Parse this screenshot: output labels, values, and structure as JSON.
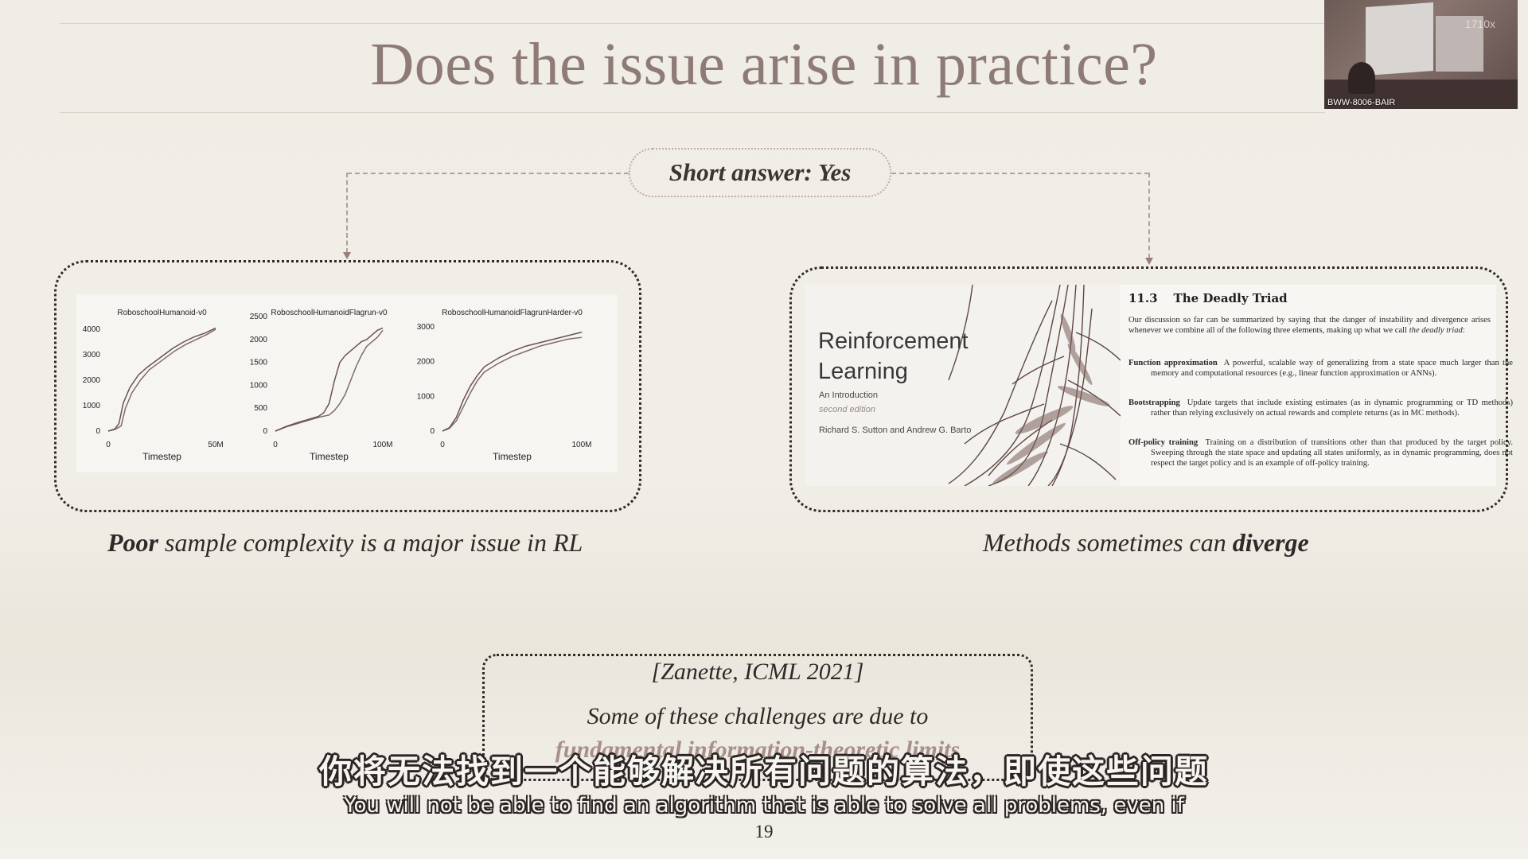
{
  "slide": {
    "title": "Does the issue arise in practice?",
    "short_answer": "Short answer: Yes",
    "caption_left_bold": "Poor",
    "caption_left_rest": " sample complexity is a major issue in RL",
    "caption_right_pre": "Methods sometimes can ",
    "caption_right_bold": "diverge",
    "reference": "[Zanette, ICML 2021]",
    "reference_line1": "Some of these challenges are due to",
    "reference_line2": "fundamental information-theoretic limits",
    "page_number": "19"
  },
  "webcam": {
    "label": "BWW-8006-BAIR",
    "watermark": "1710x"
  },
  "book": {
    "title": "Reinforcement Learning",
    "subtitle": "An Introduction",
    "edition": "second edition",
    "authors": "Richard S. Sutton and Andrew G. Barto",
    "section_number": "11.3",
    "section_title": "The Deadly Triad",
    "intro": "Our discussion so far can be summarized by saying that the danger of instability and divergence arises whenever we combine all of the following three elements, making up what we call ",
    "intro_term": "the deadly triad",
    "items": [
      {
        "term": "Function approximation",
        "text": "A powerful, scalable way of generalizing from a state space much larger than the memory and computational resources (e.g., linear function approximation or ANNs)."
      },
      {
        "term": "Bootstrapping",
        "text": "Update targets that include existing estimates (as in dynamic programming or TD methods) rather than relying exclusively on actual rewards and complete returns (as in MC methods)."
      },
      {
        "term": "Off-policy training",
        "text": "Training on a distribution of transitions other than that produced by the target policy. Sweeping through the state space and updating all states uniformly, as in dynamic programming, does not respect the target policy and is an example of off-policy training."
      }
    ]
  },
  "subtitles": {
    "chinese": "你将无法找到一个能够解决所有问题的算法，即使这些问题",
    "english": "You will not be able to find an algorithm that is able to solve all problems, even if"
  },
  "colors": {
    "title": "#8e7a76",
    "curve": "#6b5250",
    "accent": "#9c7f7a"
  },
  "chart_data": [
    {
      "type": "line",
      "title": "RoboschoolHumanoid-v0",
      "xlabel": "Timestep",
      "ylabel": "",
      "xlim": [
        0,
        50000000
      ],
      "ylim": [
        0,
        4500
      ],
      "xticks": [
        "0",
        "50M"
      ],
      "yticks": [
        0,
        1000,
        2000,
        3000,
        4000
      ],
      "series": [
        {
          "x": [
            0,
            3,
            5,
            7,
            10,
            14,
            18,
            22,
            26,
            30,
            35,
            40,
            45,
            50
          ],
          "values": [
            0,
            80,
            300,
            1100,
            1700,
            2200,
            2500,
            2750,
            3000,
            3250,
            3500,
            3700,
            3850,
            4050
          ]
        },
        {
          "x": [
            0,
            3,
            6,
            8,
            11,
            15,
            19,
            23,
            27,
            31,
            36,
            41,
            46,
            50
          ],
          "values": [
            0,
            60,
            200,
            900,
            1500,
            2000,
            2400,
            2650,
            2900,
            3150,
            3400,
            3600,
            3800,
            4000
          ]
        }
      ]
    },
    {
      "type": "line",
      "title": "RoboschoolHumanoidFlagrun-v0",
      "xlabel": "Timestep",
      "ylabel": "",
      "xlim": [
        0,
        100000000
      ],
      "ylim": [
        0,
        2500
      ],
      "xticks": [
        "0",
        "100M"
      ],
      "yticks": [
        0,
        500,
        1000,
        1500,
        2000,
        2500
      ],
      "series": [
        {
          "x": [
            0,
            10,
            20,
            30,
            40,
            45,
            50,
            55,
            60,
            65,
            70,
            75,
            80,
            85,
            90,
            95,
            100
          ],
          "values": [
            0,
            100,
            180,
            250,
            320,
            400,
            600,
            1100,
            1500,
            1650,
            1750,
            1850,
            1950,
            2000,
            2100,
            2200,
            2250
          ]
        },
        {
          "x": [
            0,
            10,
            20,
            30,
            40,
            50,
            55,
            60,
            65,
            70,
            75,
            80,
            85,
            90,
            95,
            100
          ],
          "values": [
            0,
            90,
            160,
            230,
            300,
            350,
            450,
            600,
            800,
            1100,
            1400,
            1650,
            1850,
            1950,
            2050,
            2200
          ]
        }
      ]
    },
    {
      "type": "line",
      "title": "RoboschoolHumanoidFlagrunHarder-v0",
      "xlabel": "Timestep",
      "ylabel": "",
      "xlim": [
        0,
        100000000
      ],
      "ylim": [
        0,
        3300
      ],
      "xticks": [
        "0",
        "100M"
      ],
      "yticks": [
        0,
        1000,
        2000,
        3000
      ],
      "series": [
        {
          "x": [
            0,
            5,
            10,
            15,
            20,
            25,
            30,
            40,
            50,
            60,
            70,
            80,
            90,
            100
          ],
          "values": [
            0,
            100,
            400,
            900,
            1300,
            1600,
            1850,
            2100,
            2300,
            2450,
            2550,
            2650,
            2750,
            2850
          ]
        },
        {
          "x": [
            0,
            5,
            10,
            15,
            20,
            25,
            30,
            40,
            50,
            60,
            70,
            80,
            90,
            100
          ],
          "values": [
            0,
            80,
            300,
            700,
            1100,
            1450,
            1700,
            1950,
            2150,
            2300,
            2450,
            2550,
            2650,
            2700
          ]
        }
      ]
    }
  ]
}
